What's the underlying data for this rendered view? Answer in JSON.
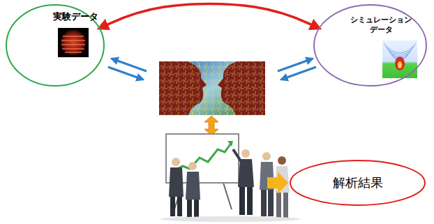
{
  "diagram": {
    "nodes": [
      {
        "text": [
          "実験データ"
        ]
      },
      {
        "text": [
          "シミュレーション データ"
        ]
      },
      {
        "text": [
          "解析結果"
        ]
      }
    ],
    "edges": [
      {
        "from": 0,
        "to": 1,
        "arrow": "both"
      }
    ]
  }
}
